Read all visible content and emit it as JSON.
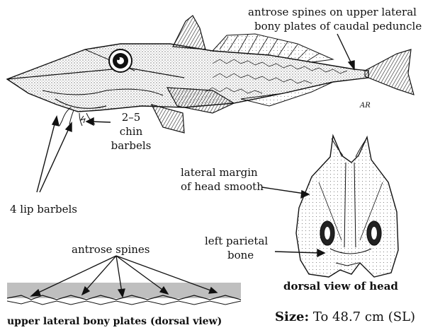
{
  "labels": {
    "antrose_caudal_line1": "antrose spines on upper lateral",
    "antrose_caudal_line2": "bony plates of caudal peduncle",
    "chin_barbels_line1": "2–5",
    "chin_barbels_line2": "chin",
    "chin_barbels_line3": "barbels",
    "lip_barbels": "4 lip barbels",
    "lateral_margin_line1": "lateral margin",
    "lateral_margin_line2": "of head smooth",
    "parietal_line1": "left parietal",
    "parietal_line2": "bone",
    "antrose_spines": "antrose spines",
    "dorsal_view_head": "dorsal view of head",
    "upper_plates_caption": "upper lateral bony plates (dorsal view)",
    "size_label": "Size:",
    "size_value": "To 48.7 cm (SL)",
    "artist_signature": "AR"
  }
}
